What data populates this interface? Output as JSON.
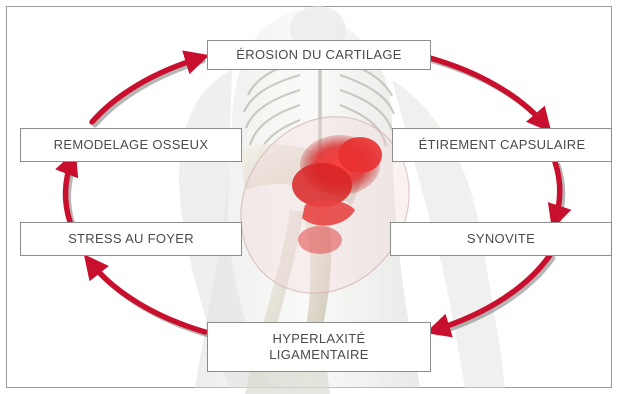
{
  "diagram": {
    "labels": {
      "erosion": "ÉROSION DU CARTILAGE",
      "etirement": "ÉTIREMENT CAPSULAIRE",
      "synovite": "SYNOVITE",
      "hyperlaxite_line1": "HYPERLAXITÉ",
      "hyperlaxite_line2": "LIGAMENTAIRE",
      "stress": "STRESS AU FOYER",
      "remodelage": "REMODELAGE OSSEUX"
    },
    "colors": {
      "cycle_arrow": "#c8102e",
      "arrow_shadow": "#7a7a7a",
      "joint_highlight": "#e23b3b",
      "bone": "#e8e4da",
      "label_text": "#4a4a4a",
      "label_border": "#8c8c8c"
    },
    "cycle_direction": "clockwise"
  }
}
